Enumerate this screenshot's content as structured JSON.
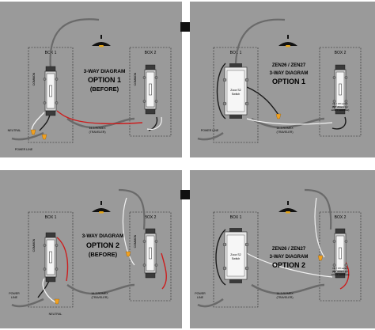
{
  "panels": [
    {
      "box1": "BOX 1",
      "box2": "BOX 2",
      "title": [
        "3-WAY DIAGRAM",
        "OPTION 1",
        "(BEFORE)"
      ],
      "romex": [
        "14-3 ROMEX",
        "(TRAVELER)"
      ],
      "labels": {
        "common1": "COMMON",
        "common2": "COMMON",
        "neutral": "NEUTRAL",
        "power": "POWER LINE"
      }
    },
    {
      "box1": "BOX 1",
      "box2": "BOX 2",
      "title": [
        "ZEN26 / ZEN27",
        "3-WAY DIAGRAM",
        "OPTION 1"
      ],
      "romex": [
        "14-3 ROMEX",
        "(TRAVELER)"
      ],
      "labels": {
        "switch": [
          "Zooz S2",
          "Switch"
        ],
        "power": "POWER LINE",
        "aux": [
          "On / Off switch",
          "(NO dimmers /",
          "smart switches)"
        ]
      }
    },
    {
      "box1": "BOX 1",
      "box2": "BOX 2",
      "title": [
        "3-WAY DIAGRAM",
        "OPTION 2",
        "(BEFORE)"
      ],
      "romex": [
        "14-3 ROMEX",
        "(TRAVELER)"
      ],
      "labels": {
        "common1": "COMMON",
        "common2": "COMMON",
        "neutral": "NEUTRAL",
        "power": [
          "POWER",
          "LINE"
        ]
      }
    },
    {
      "box1": "BOX 1",
      "box2": "BOX 2",
      "title": [
        "ZEN26 / ZEN27",
        "3-WAY DIAGRAM",
        "OPTION 2"
      ],
      "romex": [
        "14-3 ROMEX",
        "(TRAVELER)"
      ],
      "labels": {
        "switch": [
          "Zooz S2",
          "Switch"
        ],
        "power": [
          "POWER",
          "LINE"
        ],
        "aux": [
          "On / Off switch",
          "(NO dimmers /",
          "smart switches)"
        ]
      }
    }
  ],
  "colors": {
    "background": "#9a9a9a",
    "wire_black": "#1a1a1a",
    "wire_red": "#cc1e1e",
    "wire_white": "#f2f2f2",
    "wire_gray": "#6a6a6a",
    "switch_body": "#e8e8e8",
    "connector": "#f0a020",
    "fixture": "#111111",
    "arrow": "#111111"
  },
  "icons": {
    "arrow": "right-arrow-icon",
    "lamp": "ceiling-lamp-icon",
    "switch": "light-switch-icon"
  }
}
